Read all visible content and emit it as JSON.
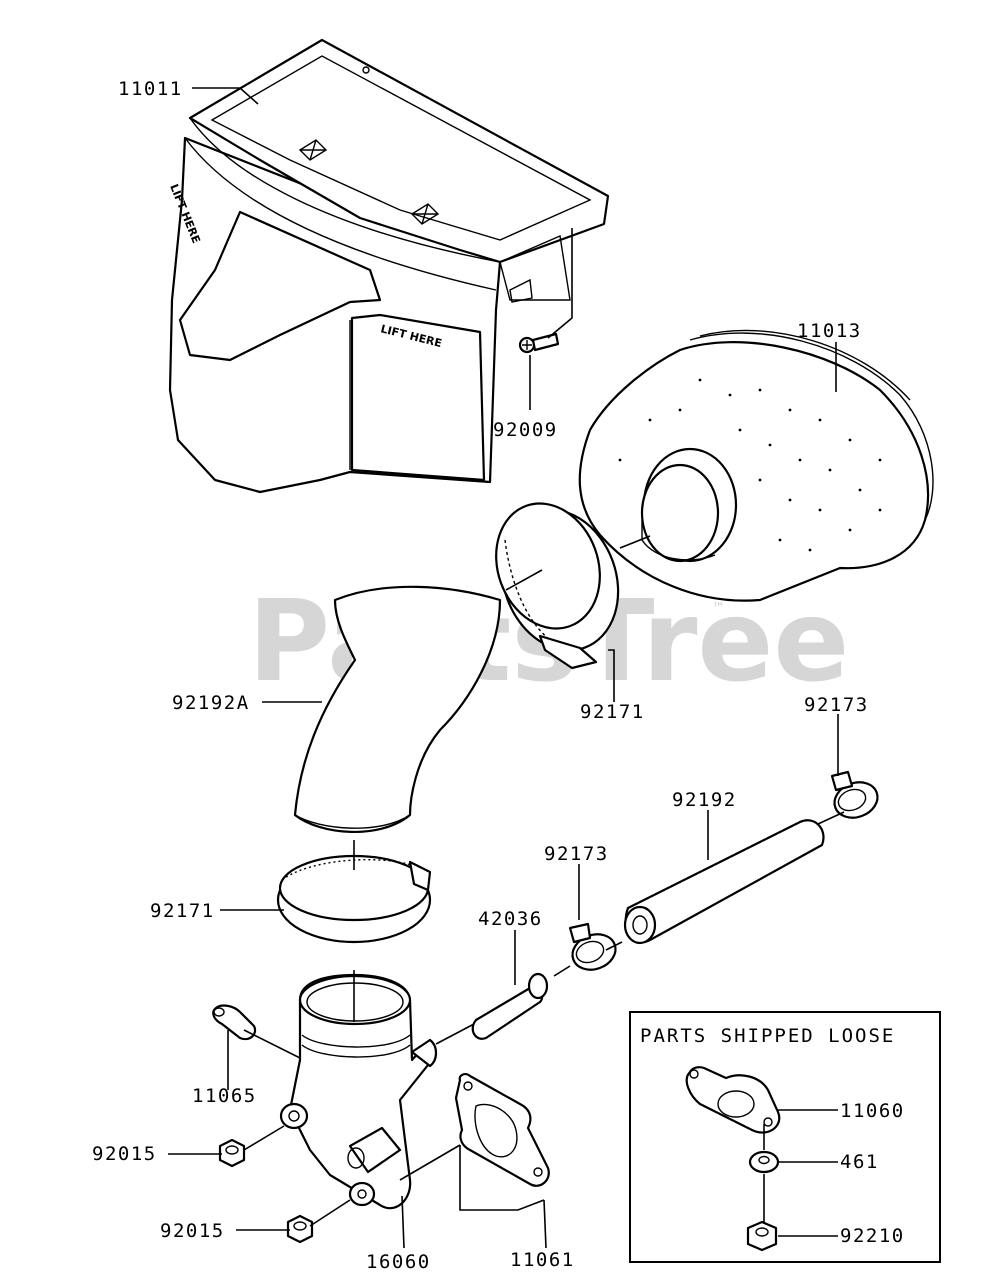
{
  "watermark": "PartsTree",
  "trademark": "™",
  "lift_text_1": "LIFT HERE",
  "lift_text_2": "LIFT HERE",
  "box_title": "PARTS SHIPPED LOOSE",
  "labels": {
    "p11011": "11011",
    "p11013": "11013",
    "p92009": "92009",
    "p92171_top": "92171",
    "p92192A": "92192A",
    "p92173_top": "92173",
    "p92192": "92192",
    "p92173_mid": "92173",
    "p92171_bot": "92171",
    "p42036": "42036",
    "p11065": "11065",
    "p92015_a": "92015",
    "p92015_b": "92015",
    "p16060": "16060",
    "p11061": "11061",
    "p11060": "11060",
    "p461": "461",
    "p92210": "92210"
  }
}
